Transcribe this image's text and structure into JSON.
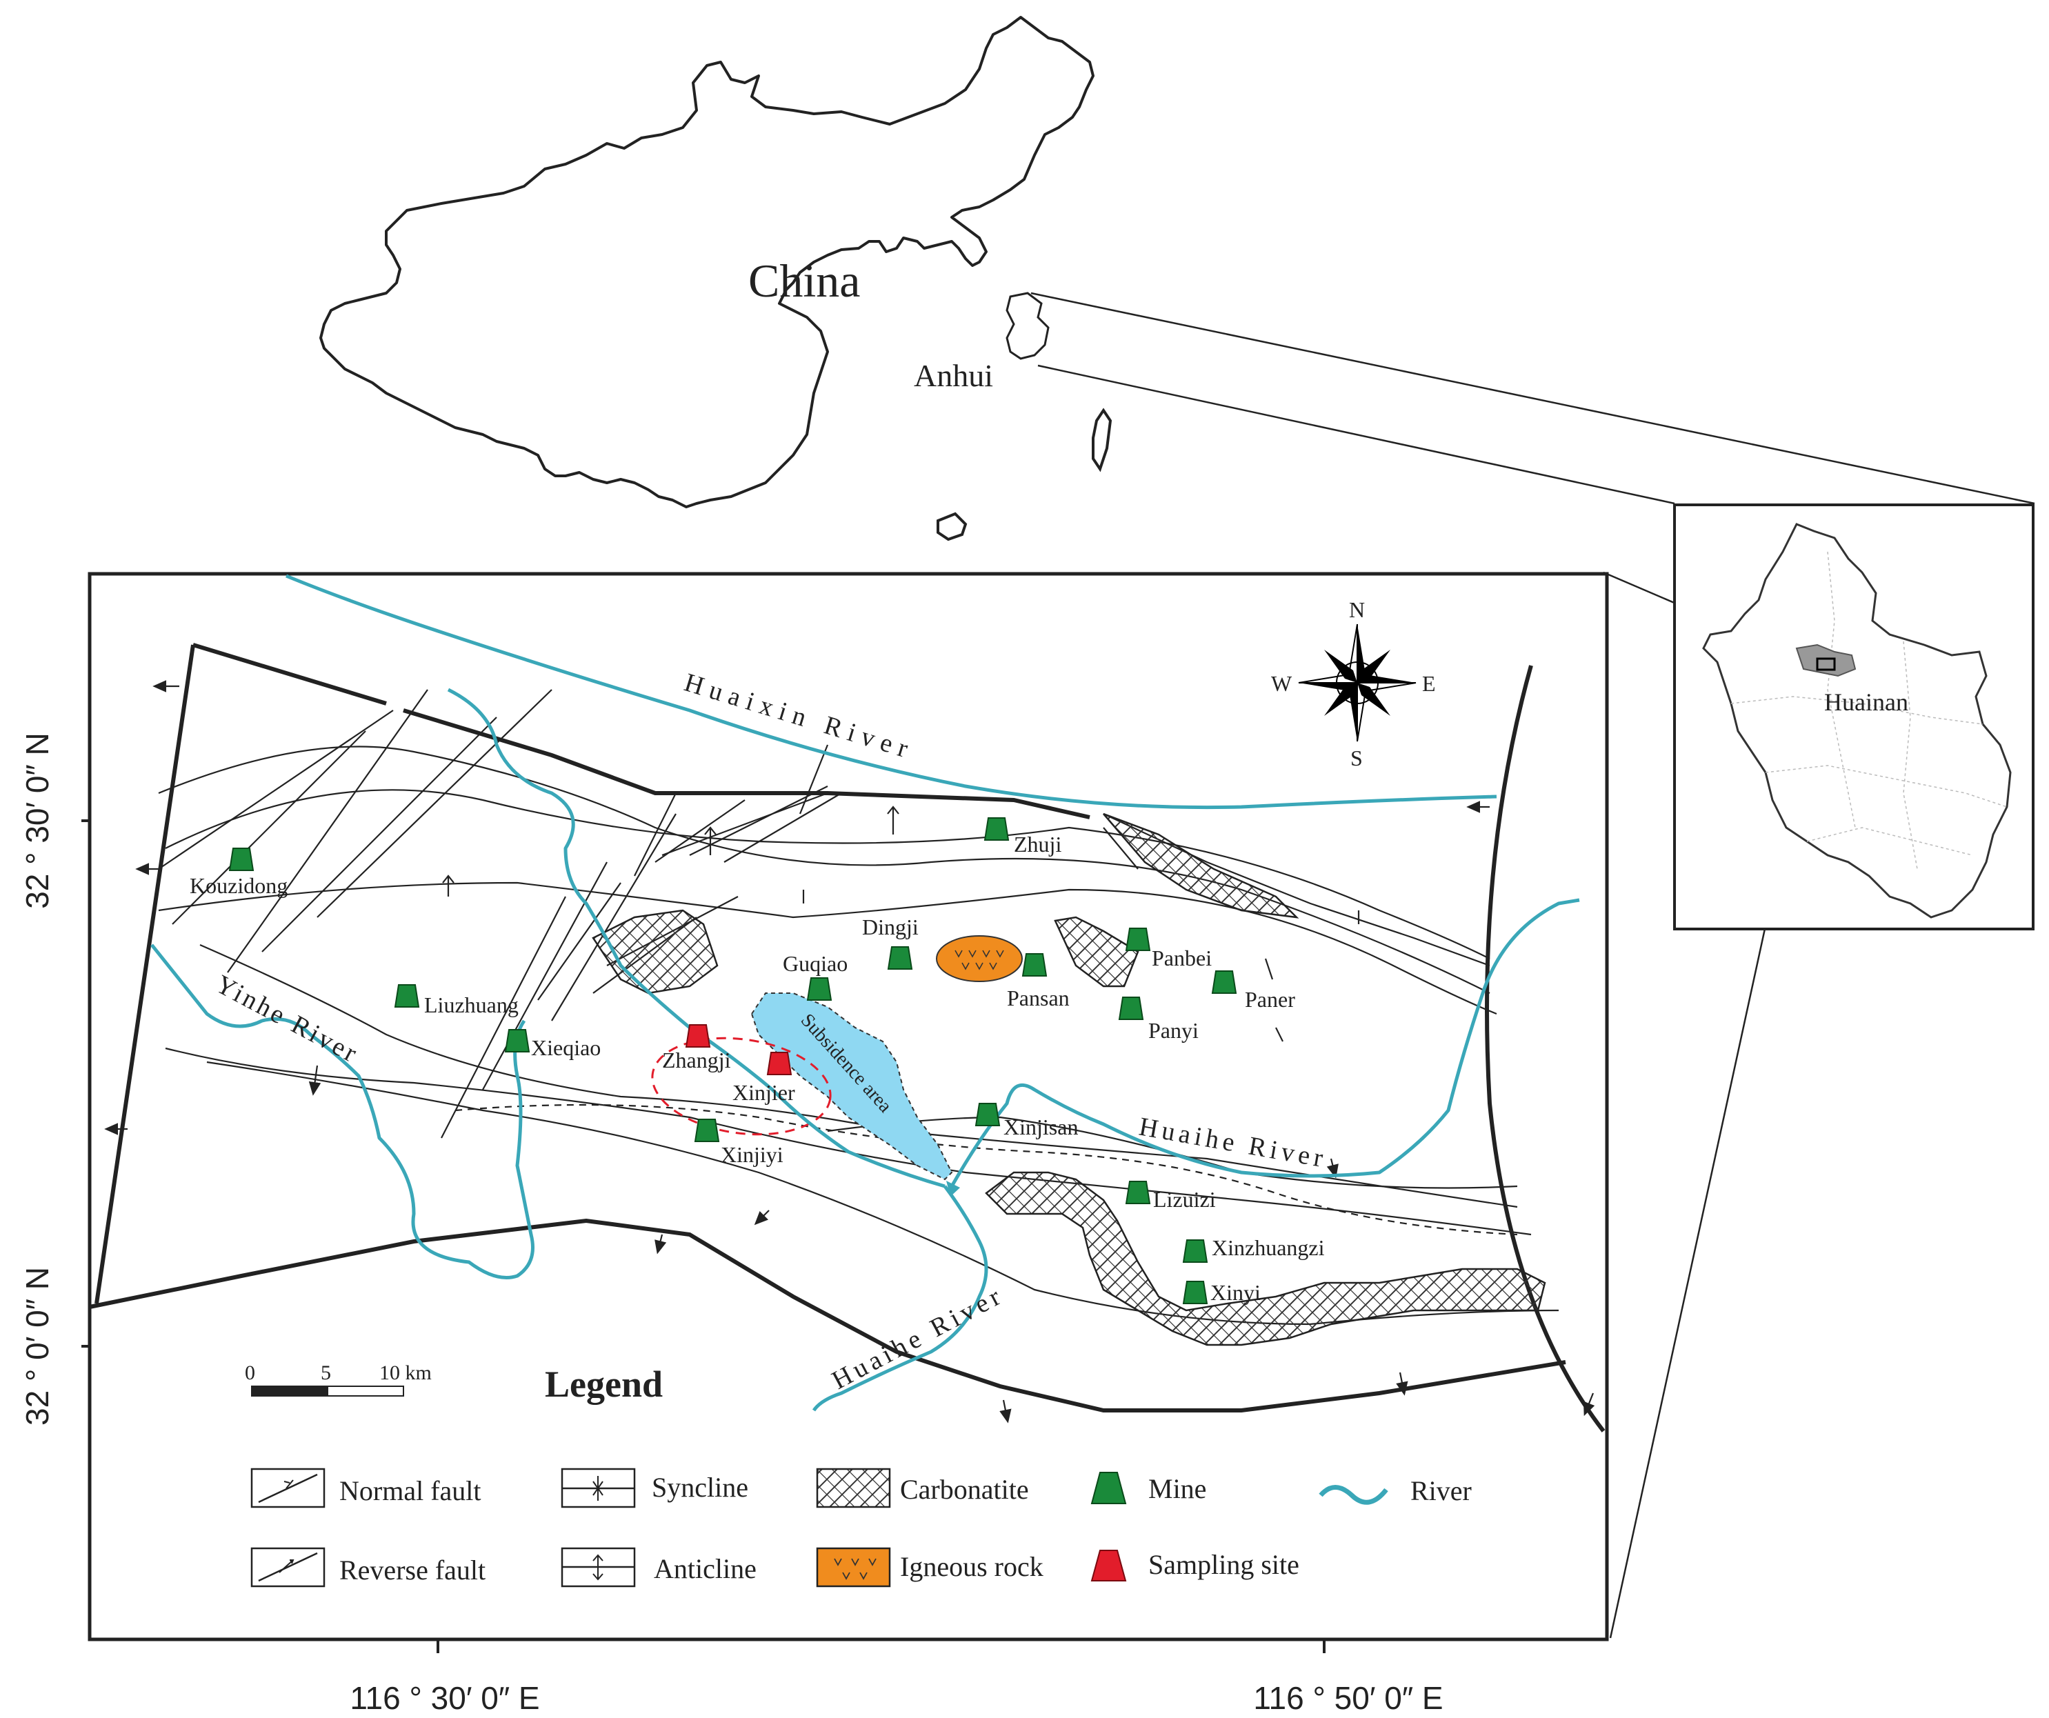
{
  "inset_china": {
    "label": "China",
    "province": "Anhui"
  },
  "inset_anhui": {
    "city": "Huainan"
  },
  "compass": {
    "n": "N",
    "s": "S",
    "e": "E",
    "w": "W"
  },
  "coordinates": {
    "lat_top": "32 ° 30′ 0″ N",
    "lat_bottom": "32 ° 0′ 0″ N",
    "lon_left": "116 ° 30′ 0″ E",
    "lon_right": "116 ° 50′ 0″ E"
  },
  "rivers": {
    "huaixin": "Huaixin River",
    "yinhe": "Yinhe River",
    "huaihe_east": "Huaihe River",
    "huaihe_south": "Huaihe River"
  },
  "subsidence": "Subsidence area",
  "mines": [
    {
      "name": "Kouzidong",
      "type": "mine"
    },
    {
      "name": "Zhuji",
      "type": "mine"
    },
    {
      "name": "Dingji",
      "type": "mine"
    },
    {
      "name": "Guqiao",
      "type": "mine"
    },
    {
      "name": "Pansan",
      "type": "mine"
    },
    {
      "name": "Panbei",
      "type": "mine"
    },
    {
      "name": "Paner",
      "type": "mine"
    },
    {
      "name": "Panyi",
      "type": "mine"
    },
    {
      "name": "Liuzhuang",
      "type": "mine"
    },
    {
      "name": "Xieqiao",
      "type": "mine"
    },
    {
      "name": "Zhangji",
      "type": "sampling"
    },
    {
      "name": "Xinjier",
      "type": "sampling"
    },
    {
      "name": "Xinjisan",
      "type": "mine"
    },
    {
      "name": "Xinjiyi",
      "type": "mine"
    },
    {
      "name": "Lizuizi",
      "type": "mine"
    },
    {
      "name": "Xinzhuangzi",
      "type": "mine"
    },
    {
      "name": "Xinyi",
      "type": "mine"
    }
  ],
  "scale": {
    "t0": "0",
    "t5": "5",
    "t10": "10 km"
  },
  "legend": {
    "title": "Legend",
    "normal_fault": "Normal fault",
    "reverse_fault": "Reverse fault",
    "syncline": "Syncline",
    "anticline": "Anticline",
    "carbonatite": "Carbonatite",
    "igneous": "Igneous rock",
    "mine": "Mine",
    "sampling": "Sampling site",
    "river": "River"
  },
  "colors": {
    "river": "#3aa7b8",
    "mine": "#1a8a3a",
    "sampling": "#e21d2b",
    "subsidence": "#8fd8f2",
    "igneous": "#f08c1e",
    "anhui_gray": "#999999"
  }
}
